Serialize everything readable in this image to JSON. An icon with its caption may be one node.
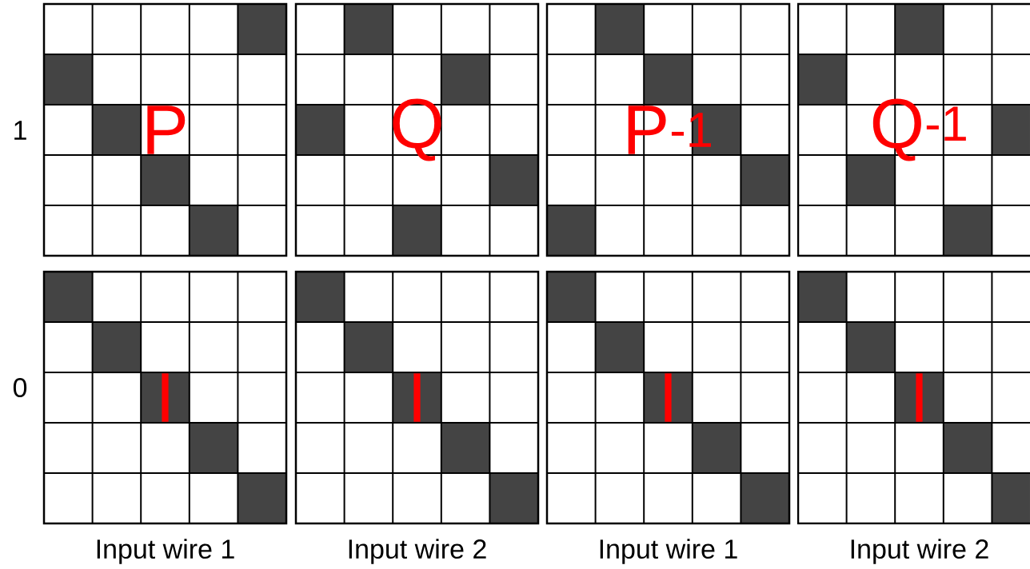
{
  "diagram": {
    "nodes": [
      {
        "text": [
          "P"
        ]
      },
      {
        "text": [
          "Q"
        ]
      },
      {
        "text": [
          "P$^{-1}$"
        ]
      },
      {
        "text": [
          "Q$^{-1}$"
        ]
      },
      {
        "text": [
          "I"
        ]
      },
      {
        "text": [
          "I"
        ]
      },
      {
        "text": [
          "I"
        ]
      },
      {
        "text": [
          "I"
        ]
      }
    ],
    "labels": [
      "1",
      "0",
      "Input wire 1",
      "Input wire 2",
      "Input wire 1",
      "Input wire 2"
    ]
  }
}
